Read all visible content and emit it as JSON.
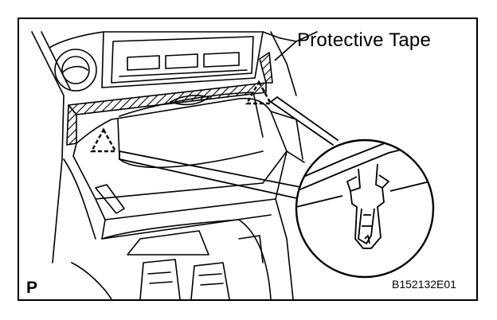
{
  "diagram": {
    "callout_label": "Protective Tape",
    "corner_mark": "P",
    "figure_id": "B152132E01"
  },
  "icons": {
    "triangle": "dashed-triangle-clip-marker",
    "detail": "clip-detail-magnifier"
  }
}
